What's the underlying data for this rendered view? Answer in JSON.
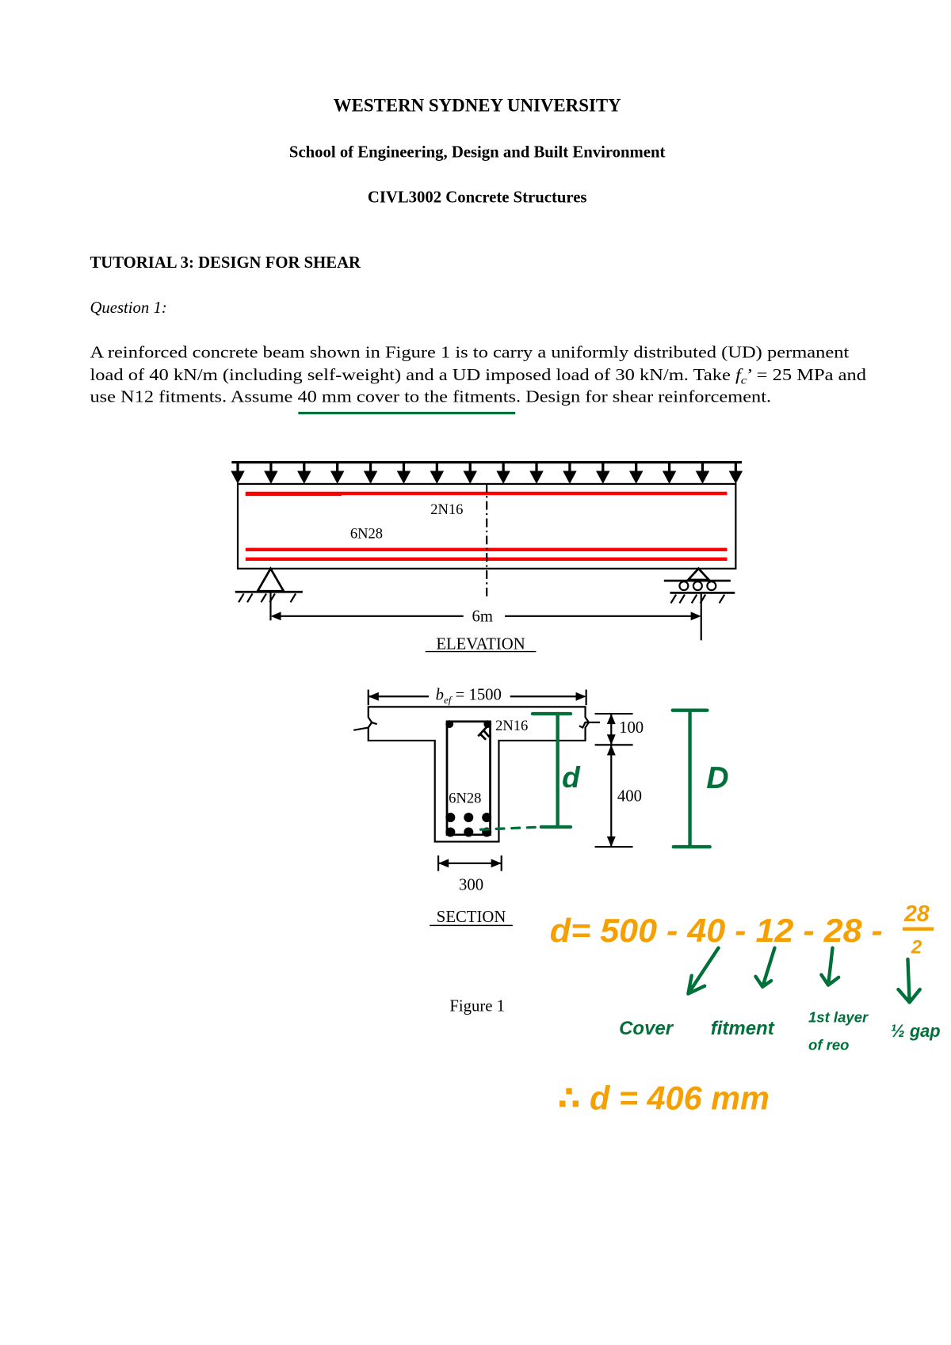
{
  "header": {
    "university": "WESTERN SYDNEY UNIVERSITY",
    "school": "School of Engineering, Design and Built Environment",
    "course": "CIVL3002 Concrete Structures"
  },
  "tutorial_title": "TUTORIAL 3: DESIGN FOR SHEAR",
  "question_label": "Question 1:",
  "body": {
    "line1": "A reinforced concrete beam shown in Figure 1 is to carry a uniformly distributed (UD) permanent",
    "line2_a": "load of 40 kN/m (including self-weight) and a UD imposed load of 30 kN/m. Take ",
    "line2_f": "f",
    "line2_sub": "c",
    "line2_b": "’ = 25 MPa and",
    "line3": "use N12 fitments. Assume 40 mm cover to the fitments. Design for shear reinforcement."
  },
  "elevation": {
    "top_bars": "2N16",
    "bottom_bars": "6N28",
    "span": "6m",
    "caption": "ELEVATION"
  },
  "section": {
    "bef_symbol": "b",
    "bef_sub": "ef",
    "bef_value": " = 1500",
    "top_bars": "2N16",
    "bottom_bars": "6N28",
    "flange_depth": "100",
    "web_depth": "400",
    "web_width": "300",
    "caption": "SECTION"
  },
  "figure_caption": "Figure 1",
  "annotations": {
    "d_label": "d",
    "D_label": "D",
    "equation": "d= 500 - 40 - 12 - 28 -",
    "frac_num": "28",
    "frac_den": "2",
    "labels": [
      "Cover",
      "fitment",
      "1st layer",
      "of reo",
      "½ gap"
    ],
    "result": "∴ d = 406 mm"
  },
  "colors": {
    "rebar": "#ff0000",
    "green_ink": "#00703a",
    "orange_ink": "#f5a000"
  }
}
